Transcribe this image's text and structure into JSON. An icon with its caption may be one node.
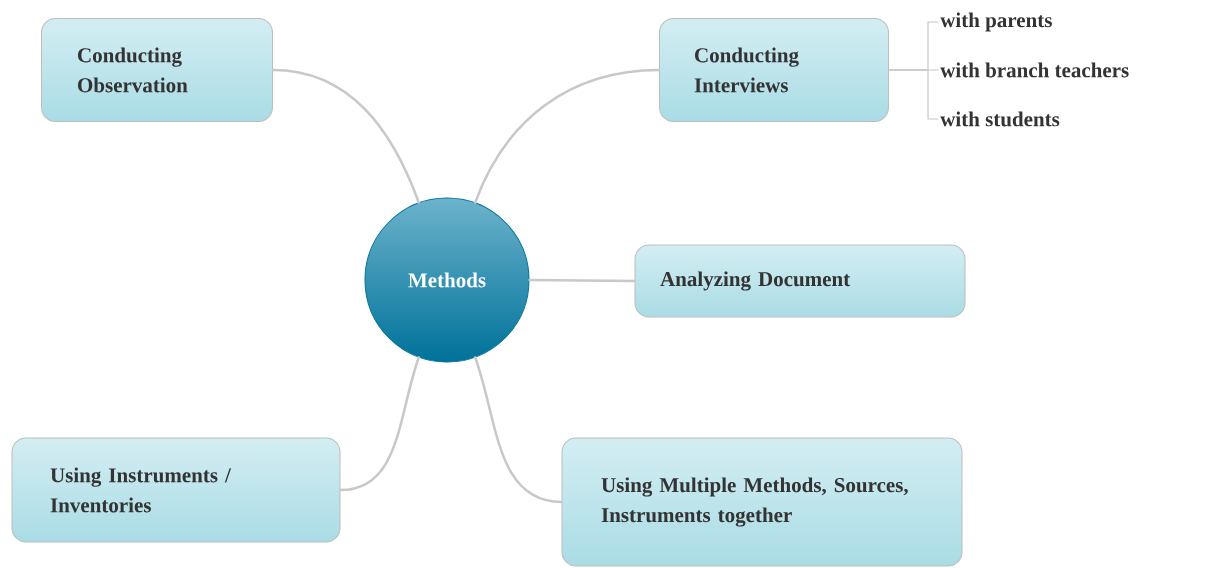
{
  "diagram": {
    "nodes": [
      {
        "text": [
          "Methods"
        ]
      },
      {
        "text": [
          "Conducting Observation"
        ]
      },
      {
        "text": [
          "Conducting Interviews"
        ]
      },
      {
        "text": [
          "Analyzing Document"
        ]
      },
      {
        "text": [
          "Using Instruments / Inventories"
        ]
      },
      {
        "text": [
          "Using Multiple Methods, Sources, Instruments together"
        ]
      },
      {
        "text": [
          "with parents"
        ]
      },
      {
        "text": [
          "with branch teachers"
        ]
      },
      {
        "text": [
          "with students"
        ]
      }
    ],
    "edges": [
      {
        "from": 0,
        "to": 1,
        "arrow": "none"
      },
      {
        "from": 0,
        "to": 2,
        "arrow": "none"
      },
      {
        "from": 0,
        "to": 3,
        "arrow": "none"
      },
      {
        "from": 0,
        "to": 4,
        "arrow": "none"
      },
      {
        "from": 0,
        "to": 5,
        "arrow": "none"
      },
      {
        "from": 2,
        "to": 6,
        "arrow": "none"
      },
      {
        "from": 2,
        "to": 7,
        "arrow": "none"
      },
      {
        "from": 2,
        "to": 8,
        "arrow": "none"
      }
    ]
  }
}
